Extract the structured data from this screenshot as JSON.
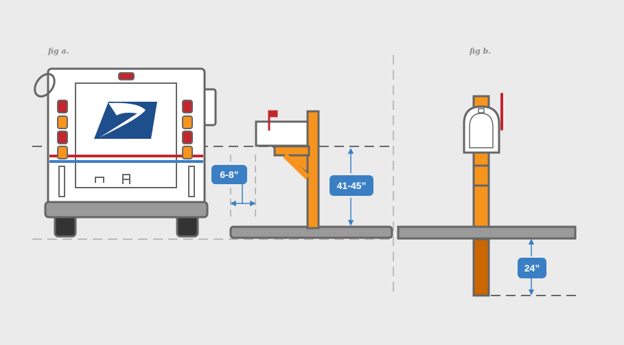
{
  "figures": {
    "fig_a": {
      "label": "fig a."
    },
    "fig_b": {
      "label": "fig b."
    }
  },
  "measurements": {
    "setback": "6-8”",
    "height": "41-45”",
    "depth": "24”"
  },
  "colors": {
    "background": "#ebebeb",
    "outline": "#666666",
    "post_orange": "#f7941d",
    "post_dark_orange": "#cc6600",
    "flag_red": "#c1272d",
    "usps_blue": "#1f4e8c",
    "badge_blue": "#3a7fc4",
    "road_gray": "#9a9a9a"
  }
}
